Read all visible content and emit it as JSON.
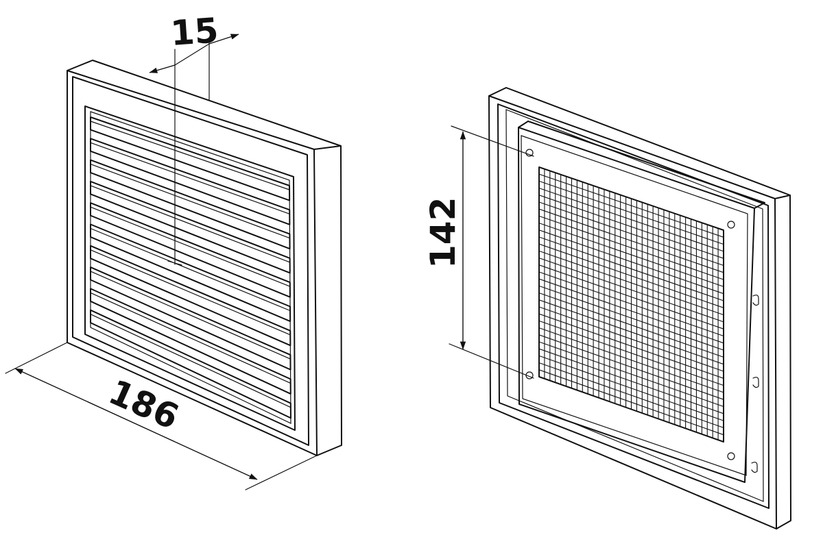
{
  "dimensions": {
    "depth": "15",
    "width": "186",
    "hole_spacing": "142"
  }
}
